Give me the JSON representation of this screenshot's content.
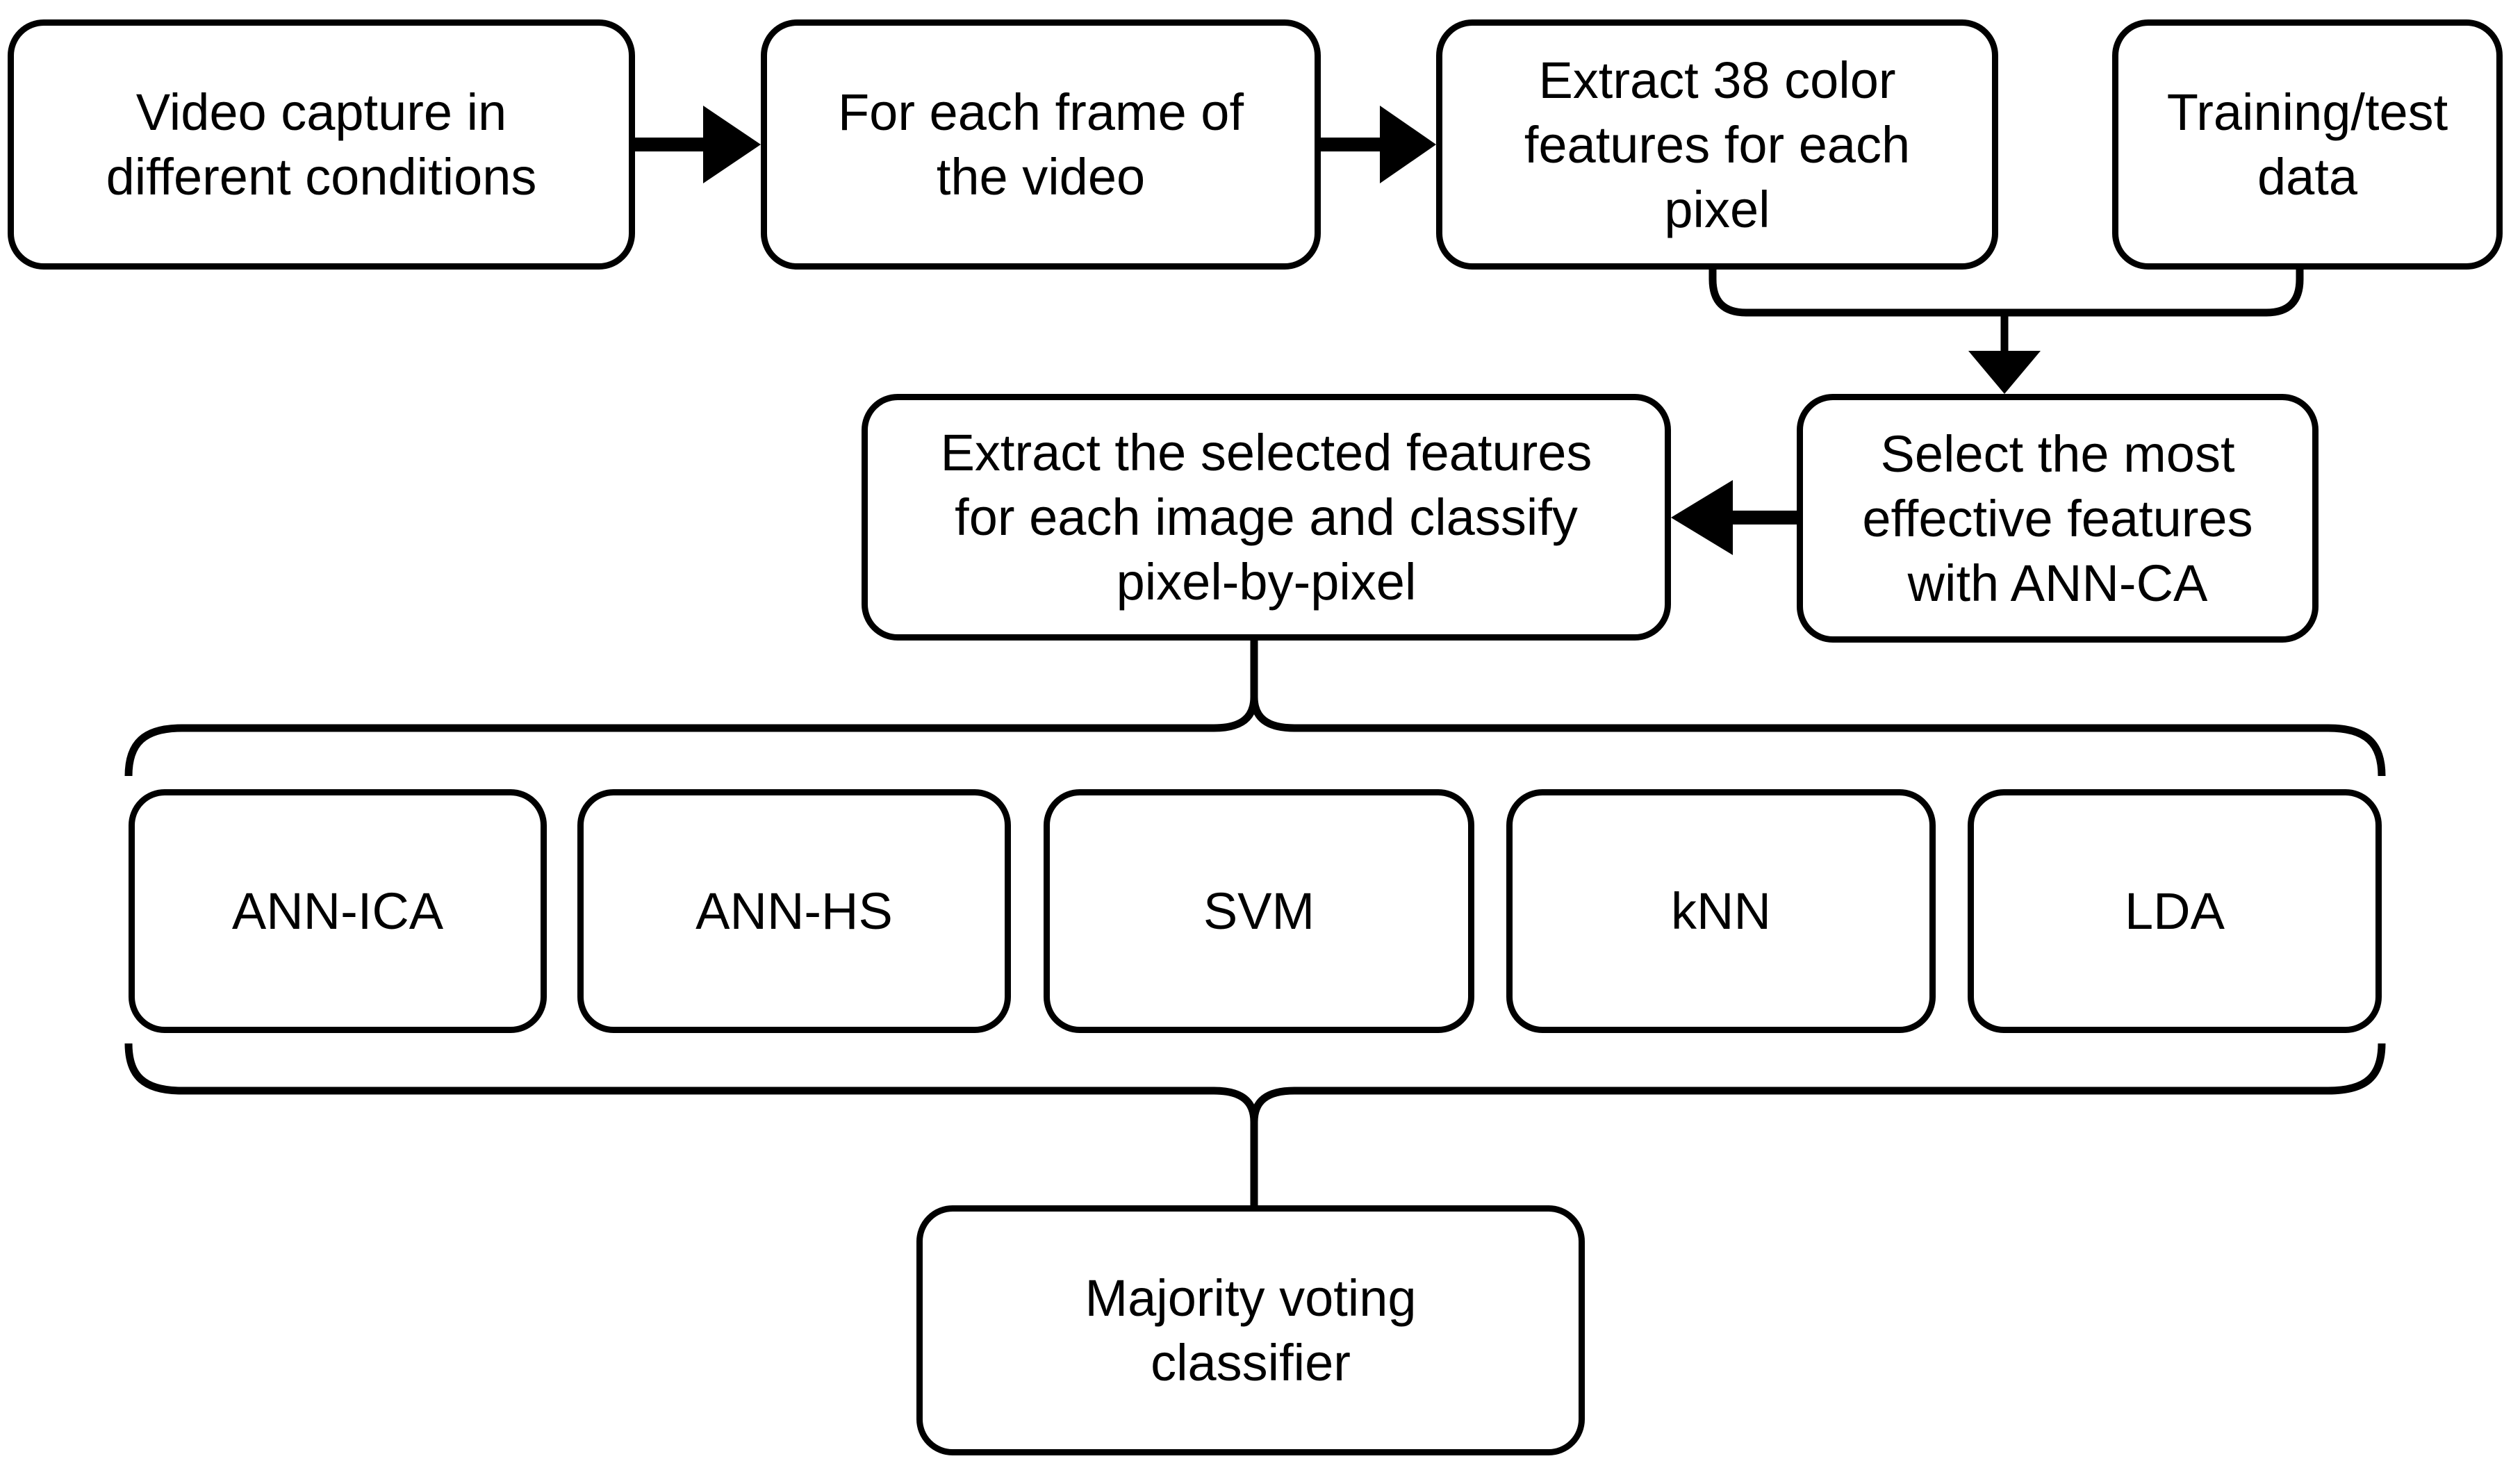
{
  "colors": {
    "line": "#000000",
    "background": "#ffffff"
  },
  "nodes": {
    "video_capture": {
      "label": "Video capture in\ndifferent conditions"
    },
    "for_each_frame": {
      "label": "For each frame of\nthe video"
    },
    "extract_38": {
      "label": "Extract 38 color\nfeatures for each\npixel"
    },
    "training_test": {
      "label": "Training/test\ndata"
    },
    "extract_selected": {
      "label": "Extract the selected features\nfor each image and classify\npixel-by-pixel"
    },
    "select_most": {
      "label": "Select the most\neffective features\nwith ANN-CA"
    },
    "ann_ica": {
      "label": "ANN-ICA"
    },
    "ann_hs": {
      "label": "ANN-HS"
    },
    "svm": {
      "label": "SVM"
    },
    "knn": {
      "label": "kNN"
    },
    "lda": {
      "label": "LDA"
    },
    "majority": {
      "label": "Majority voting\nclassifier"
    }
  },
  "edges": [
    {
      "from": "video_capture",
      "to": "for_each_frame",
      "type": "arrow"
    },
    {
      "from": "for_each_frame",
      "to": "extract_38",
      "type": "arrow"
    },
    {
      "from": "extract_38",
      "to": "select_most",
      "type": "merge-arrow"
    },
    {
      "from": "training_test",
      "to": "select_most",
      "type": "merge-arrow"
    },
    {
      "from": "select_most",
      "to": "extract_selected",
      "type": "arrow"
    },
    {
      "from": "extract_selected",
      "to": "ann_ica",
      "type": "brace-split"
    },
    {
      "from": "extract_selected",
      "to": "ann_hs",
      "type": "brace-split"
    },
    {
      "from": "extract_selected",
      "to": "svm",
      "type": "brace-split"
    },
    {
      "from": "extract_selected",
      "to": "knn",
      "type": "brace-split"
    },
    {
      "from": "extract_selected",
      "to": "lda",
      "type": "brace-split"
    },
    {
      "from": "ann_ica",
      "to": "majority",
      "type": "brace-merge"
    },
    {
      "from": "ann_hs",
      "to": "majority",
      "type": "brace-merge"
    },
    {
      "from": "svm",
      "to": "majority",
      "type": "brace-merge"
    },
    {
      "from": "knn",
      "to": "majority",
      "type": "brace-merge"
    },
    {
      "from": "lda",
      "to": "majority",
      "type": "brace-merge"
    }
  ]
}
